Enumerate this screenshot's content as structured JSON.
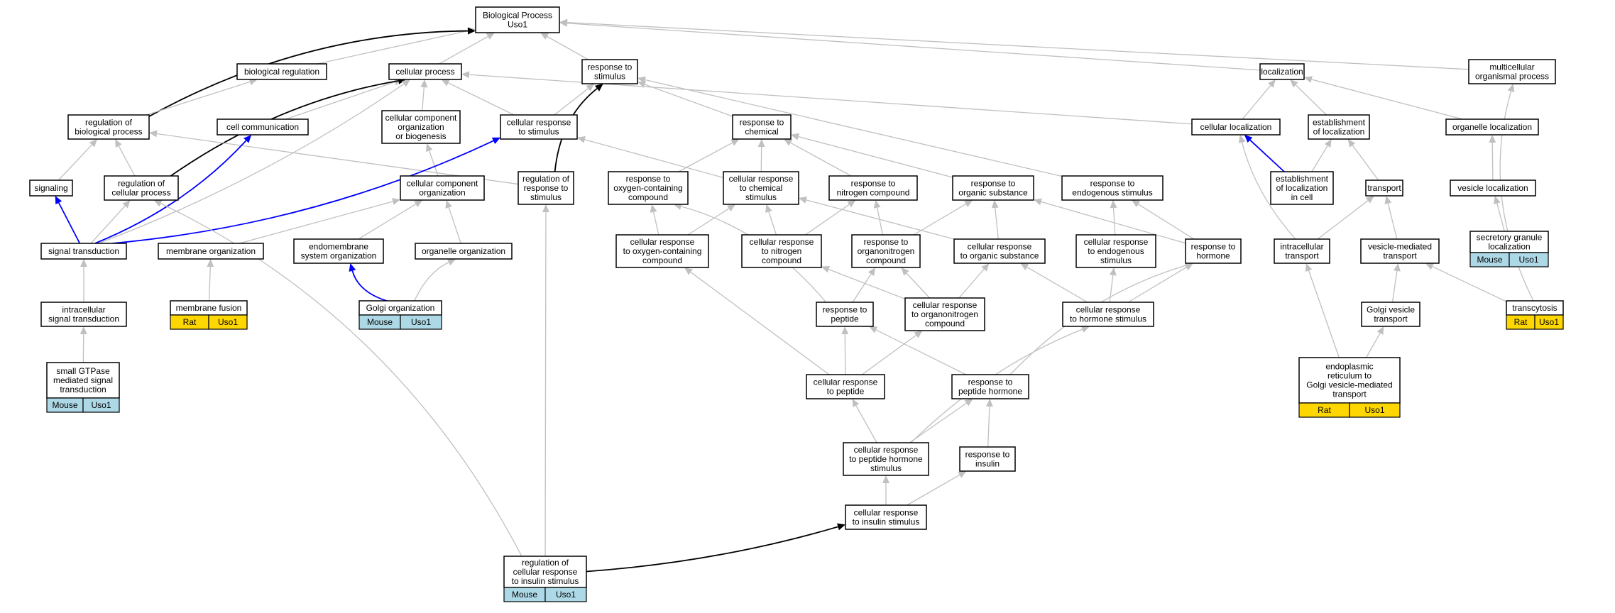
{
  "diagram": {
    "nodes": {
      "bp": [
        "Biological Process",
        "Uso1"
      ],
      "bioreg": [
        "biological regulation"
      ],
      "cellproc": [
        "cellular process"
      ],
      "resp_stim": [
        "response to",
        "stimulus"
      ],
      "localization": [
        "localization"
      ],
      "multicell": [
        "multicellular",
        "organismal process"
      ],
      "reg_bio": [
        "regulation of",
        "biological process"
      ],
      "cell_comm": [
        "cell communication"
      ],
      "ccob": [
        "cellular component",
        "organization",
        "or biogenesis"
      ],
      "cell_resp_stim": [
        "cellular response",
        "to stimulus"
      ],
      "resp_chem": [
        "response to",
        "chemical"
      ],
      "cell_loc": [
        "cellular localization"
      ],
      "estab_loc": [
        "establishment",
        "of localization"
      ],
      "organelle_loc": [
        "organelle localization"
      ],
      "signaling": [
        "signaling"
      ],
      "reg_cell_proc": [
        "regulation of",
        "cellular process"
      ],
      "cc_org": [
        "cellular component",
        "organization"
      ],
      "reg_resp_stim": [
        "regulation of",
        "response to",
        "stimulus"
      ],
      "resp_oxy": [
        "response to",
        "oxygen-containing",
        "compound"
      ],
      "cell_resp_chem": [
        "cellular response",
        "to chemical",
        "stimulus"
      ],
      "resp_nitro": [
        "response to",
        "nitrogen compound"
      ],
      "resp_org_sub": [
        "response to",
        "organic substance"
      ],
      "resp_endo": [
        "response to",
        "endogenous stimulus"
      ],
      "estab_loc_cell": [
        "establishment",
        "of localization",
        "in cell"
      ],
      "transport": [
        "transport"
      ],
      "vesicle_loc": [
        "vesicle localization"
      ],
      "sig_trans": [
        "signal transduction"
      ],
      "mem_org": [
        "membrane organization"
      ],
      "endomem": [
        "endomembrane",
        "system organization"
      ],
      "organelle_org": [
        "organelle organization"
      ],
      "cell_resp_oxy": [
        "cellular response",
        "to oxygen-containing",
        "compound"
      ],
      "cell_resp_nitro": [
        "cellular response",
        "to nitrogen",
        "compound"
      ],
      "resp_organonitro": [
        "response to",
        "organonitrogen",
        "compound"
      ],
      "cell_resp_org_sub": [
        "cellular response",
        "to organic substance"
      ],
      "cell_resp_endo": [
        "cellular response",
        "to endogenous",
        "stimulus"
      ],
      "resp_hormone": [
        "response to",
        "hormone"
      ],
      "intracell_trans": [
        "intracellular",
        "transport"
      ],
      "vesicle_med": [
        "vesicle-mediated",
        "transport"
      ],
      "secretory": [
        "secretory granule",
        "localization"
      ],
      "intracell_sig": [
        "intracellular",
        "signal transduction"
      ],
      "mem_fusion": [
        "membrane fusion"
      ],
      "golgi_org": [
        "Golgi organization"
      ],
      "resp_peptide": [
        "response to",
        "peptide"
      ],
      "cell_resp_organonitro": [
        "cellular response",
        "to organonitrogen",
        "compound"
      ],
      "cell_resp_hormone": [
        "cellular response",
        "to hormone stimulus"
      ],
      "golgi_vesicle": [
        "Golgi vesicle",
        "transport"
      ],
      "transcytosis": [
        "transcytosis"
      ],
      "small_gtpase": [
        "small GTPase",
        "mediated signal",
        "transduction"
      ],
      "er_golgi": [
        "endoplasmic",
        "reticulum to",
        "Golgi vesicle-mediated",
        "transport"
      ],
      "cell_resp_peptide": [
        "cellular response",
        "to peptide"
      ],
      "resp_peptide_hormone": [
        "response to",
        "peptide hormone"
      ],
      "cell_resp_peptide_hormone": [
        "cellular response",
        "to peptide hormone",
        "stimulus"
      ],
      "resp_insulin": [
        "response to",
        "insulin"
      ],
      "cell_resp_insulin": [
        "cellular response",
        "to insulin stimulus"
      ],
      "reg_cell_resp_insulin": [
        "regulation of",
        "cellular response",
        "to insulin stimulus"
      ]
    },
    "tags": {
      "small_gtpase": [
        "Mouse",
        "Uso1"
      ],
      "mem_fusion": [
        "Rat",
        "Uso1"
      ],
      "golgi_org": [
        "Mouse",
        "Uso1"
      ],
      "secretory": [
        "Mouse",
        "Uso1"
      ],
      "transcytosis": [
        "Rat",
        "Uso1"
      ],
      "er_golgi": [
        "Rat",
        "Uso1"
      ],
      "reg_cell_resp_insulin": [
        "Mouse",
        "Uso1"
      ]
    },
    "colors": {
      "mouse": "#add8e6",
      "rat": "#ffd700",
      "gray_edge": "#c0c0c0",
      "black_edge": "#000000",
      "blue_edge": "#0000ff"
    }
  }
}
